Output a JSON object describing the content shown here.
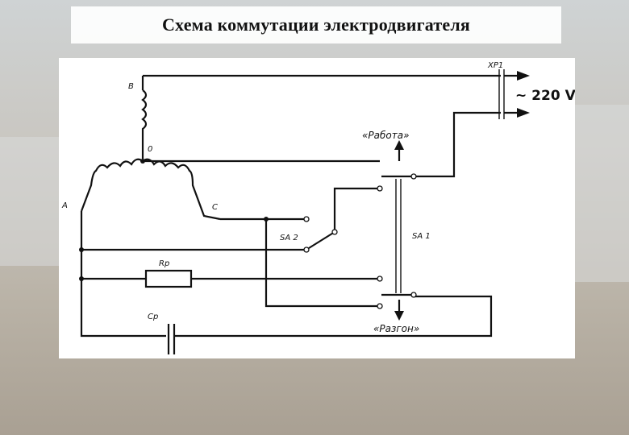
{
  "slide": {
    "title": "Схема коммутации электродвигателя"
  },
  "diagram": {
    "connector_label": "XP1",
    "supply_label": "~ 220 V",
    "mode_work_label": "«Работа»",
    "mode_start_label": "«Разгон»",
    "winding_b_label": "B",
    "neutral_label": "0",
    "winding_a_label": "A",
    "winding_c_label": "C",
    "switch_sa1_label": "SA 1",
    "switch_sa2_label": "SA 2",
    "resistor_label": "Rp",
    "capacitor_label": "Cp"
  }
}
